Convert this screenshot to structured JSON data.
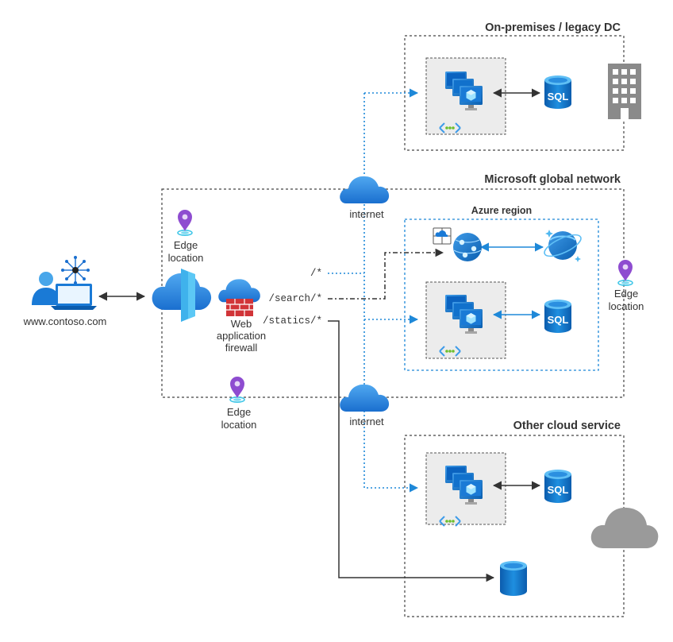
{
  "regions": {
    "onprem": "On-premises / legacy DC",
    "global": "Microsoft global network",
    "azure": "Azure region",
    "other": "Other cloud service"
  },
  "labels": {
    "internet_top": "internet",
    "internet_bottom": "internet",
    "edge_top": [
      "Edge",
      "location"
    ],
    "edge_right": [
      "Edge",
      "location"
    ],
    "edge_bottom": [
      "Edge",
      "location"
    ],
    "waf": [
      "Web",
      "application",
      "firewall"
    ],
    "user": "www.contoso.com"
  },
  "routes": {
    "root": "/*",
    "search": "/search/*",
    "statics": "/statics/*"
  },
  "sql_text": "SQL",
  "colors": {
    "azure_blue": "#0078d4",
    "dotted_blue": "#1e88d8",
    "box_border": "#444444",
    "edge_pin": "#8e4cd0",
    "firewall": "#d13438",
    "building": "#8a8a8a",
    "gray_cloud": "#9a9a9a"
  },
  "icons": [
    "user-laptop-icon",
    "network-hub-icon",
    "front-door-icon",
    "waf-cloud-icon",
    "firewall-icon",
    "edge-location-pin-icon",
    "internet-cloud-icon",
    "vm-scale-set-icon",
    "sql-database-icon",
    "building-icon",
    "vnet-icon",
    "app-service-icon",
    "cosmos-db-icon",
    "storage-icon",
    "gray-cloud-icon"
  ]
}
